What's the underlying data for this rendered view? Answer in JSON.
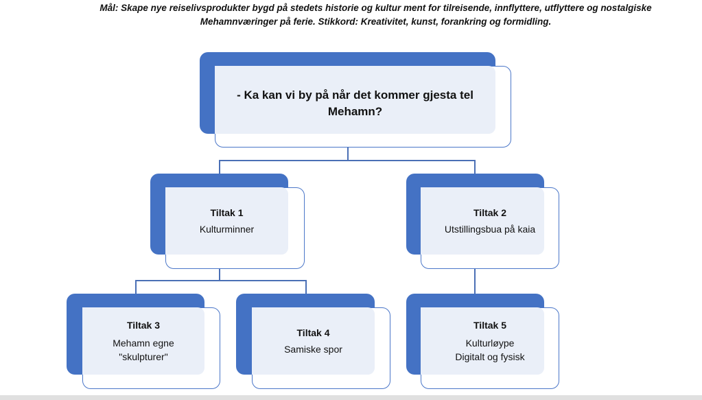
{
  "goal": {
    "line1": "Mål: Skape nye reiselivsprodukter bygd på stedets historie og kultur ment for tilreisende, innflyttere, utflyttere og nostalgiske",
    "line2": "Mehamnværinger på ferie. Stikkord: Kreativitet, kunst, forankring og formidling."
  },
  "root": {
    "line1": "- Ka kan vi by på når det kommer gjesta tel",
    "line2": "Mehamn?"
  },
  "nodes": [
    {
      "title": "Tiltak 1",
      "line1": "Kulturminner"
    },
    {
      "title": "Tiltak 2",
      "line1": "Utstillingsbua på kaia"
    },
    {
      "title": "Tiltak 3",
      "line1": "Mehamn egne",
      "line2": "\"skulpturer\""
    },
    {
      "title": "Tiltak 4",
      "line1": "Samiske spor"
    },
    {
      "title": "Tiltak 5",
      "line1": "Kulturløype",
      "line2": "Digitalt og fysisk"
    }
  ]
}
